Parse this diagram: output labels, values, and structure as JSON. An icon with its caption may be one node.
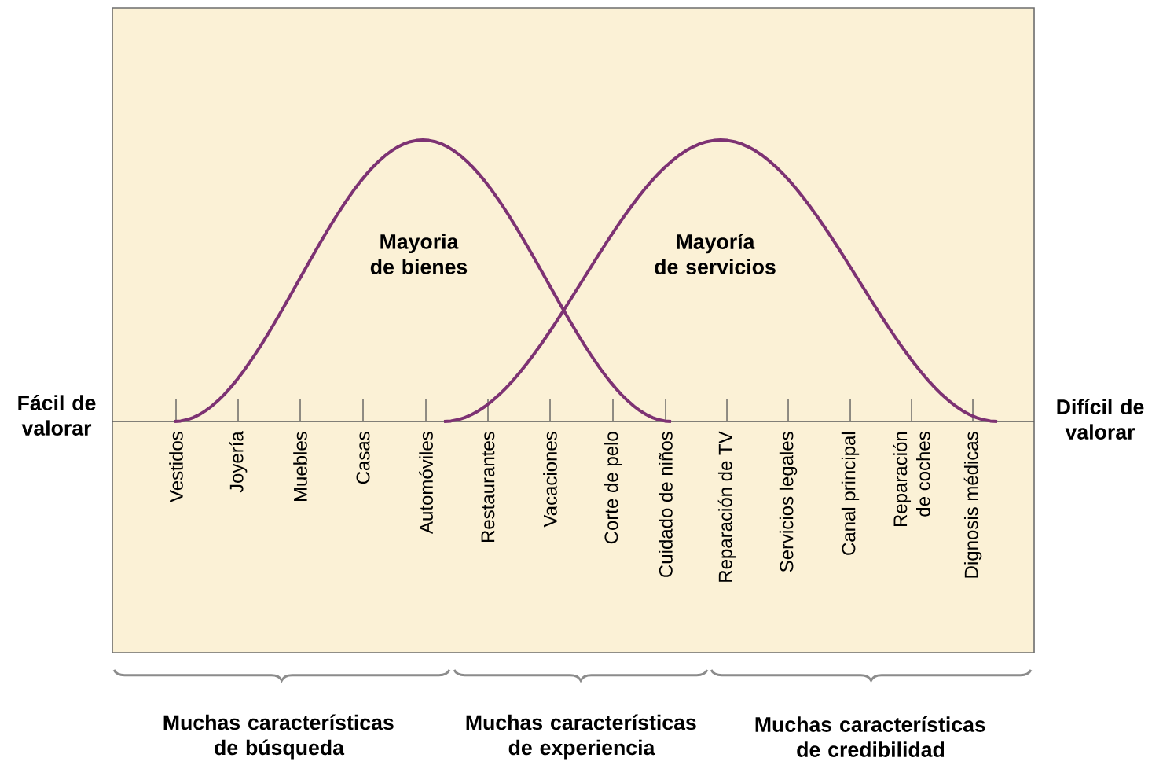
{
  "diagram": {
    "labels": [
      "Mayoria de bienes",
      "Mayoría de servicios",
      "Fácil de valorar",
      "Difícil de valorar",
      "Vestidos",
      "Joyería",
      "Muebles",
      "Casas",
      "Automóviles",
      "Restaurantes",
      "Vacaciones",
      "Corte de pelo",
      "Cuidado de niños",
      "Reparación de TV",
      "Servicios legales",
      "Canal principal",
      "Reparación de coches",
      "Dignosis médicas",
      "Muchas características de búsqueda",
      "Muchas características de experiencia",
      "Muchas características de credibilidad"
    ]
  }
}
